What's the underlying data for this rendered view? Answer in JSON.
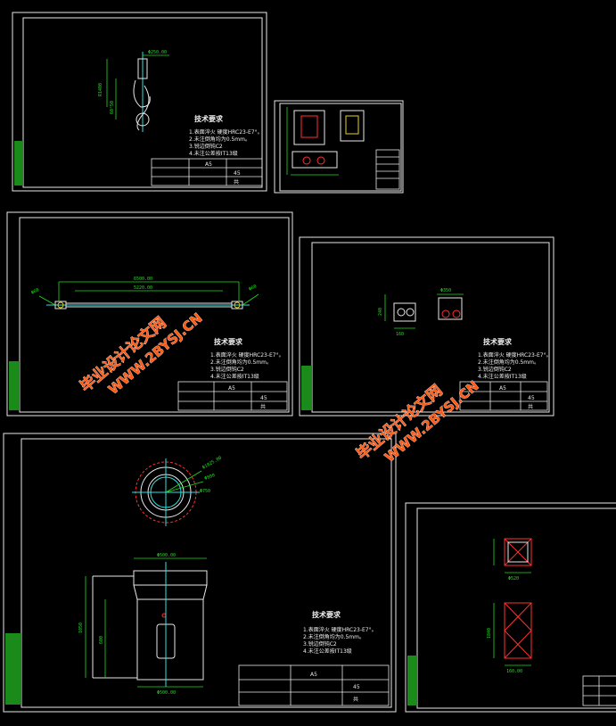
{
  "viewer": {
    "background": "#000000",
    "colors": {
      "frame": "#e8e8e8",
      "dimension": "#22dd22",
      "section": "#ff3030",
      "centerline": "#33e0e0",
      "watermark": "#ff5a14",
      "sidebar": "#1a8a1a"
    }
  },
  "notes": {
    "title": "技术要求",
    "lines": [
      "1.表面淬火 硬度HRC23-E7°。",
      "2.未注倒角均为0.5mm。",
      "3.锐边倒钝C2",
      "4.未注公差按IT13级"
    ]
  },
  "title_block": {
    "scale": "A5",
    "material": "45",
    "sheet": "共"
  },
  "watermark": {
    "cn": "毕业设计论文网",
    "url": "WWW.2BYSJ.CN"
  },
  "sheets": [
    {
      "name": "hook-assembly",
      "dims": [
        "Φ250.00",
        "R1400",
        "60°50"
      ]
    },
    {
      "name": "trolley-layout",
      "dims": []
    },
    {
      "name": "long-shaft",
      "dims": [
        "6500.00",
        "5220.00",
        "Φ60",
        "Φ60"
      ]
    },
    {
      "name": "wheel-set",
      "dims": [
        "Φ350",
        "240",
        "160"
      ]
    },
    {
      "name": "drum",
      "dims": [
        "Φ1025.00",
        "Φ800",
        "Φ750",
        "Φ500.00",
        "1050",
        "600"
      ]
    },
    {
      "name": "frame-structure",
      "dims": [
        "Φ520",
        "1840",
        "160.00"
      ]
    }
  ]
}
